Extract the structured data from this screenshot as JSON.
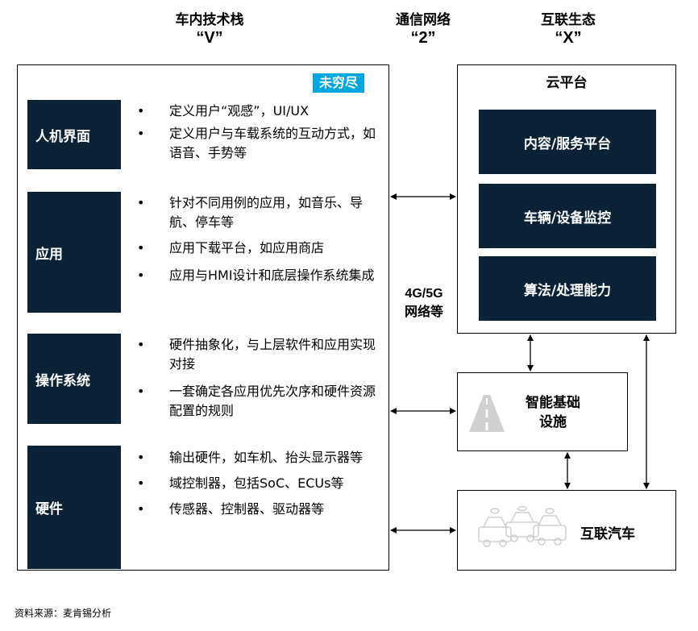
{
  "headers": {
    "left_title": "车内技术栈",
    "left_sub": "“V”",
    "mid_title": "通信网络",
    "mid_sub": "“2”",
    "right_title": "互联生态",
    "right_sub": "“X”"
  },
  "left_panel": {
    "tag": "未穷尽",
    "categories": [
      {
        "label": "人机界面",
        "bullets": [
          "定义用户“观感”，UI/UX",
          "定义用户与车载系统的互动方式，如语音、手势等"
        ]
      },
      {
        "label": "应用",
        "bullets": [
          "针对不同用例的应用，如音乐、导航、停车等",
          "应用下载平台，如应用商店",
          "应用与HMI设计和底层操作系统集成"
        ]
      },
      {
        "label": "操作系统",
        "bullets": [
          "硬件抽象化，与上层软件和应用实现对接",
          "一套确定各应用优先次序和硬件资源配置的规则"
        ]
      },
      {
        "label": "硬件",
        "bullets": [
          "输出硬件，如车机、抬头显示器等",
          "域控制器，包括SoC、ECUs等",
          "传感器、控制器、驱动器等"
        ]
      }
    ]
  },
  "network_label": {
    "line1": "4G/5G",
    "line2": "网络等"
  },
  "cloud_panel": {
    "title": "云平台",
    "boxes": [
      "内容/服务平台",
      "车辆/设备监控",
      "算法/处理能力"
    ]
  },
  "infra_box": {
    "line1": "智能基础",
    "line2": "设施"
  },
  "car_box": {
    "label": "互联汽车"
  },
  "source": "资料来源：麦肯锡分析",
  "colors": {
    "dark_navy": "#0a2136",
    "accent_blue": "#00a6e0",
    "border": "#000000"
  }
}
